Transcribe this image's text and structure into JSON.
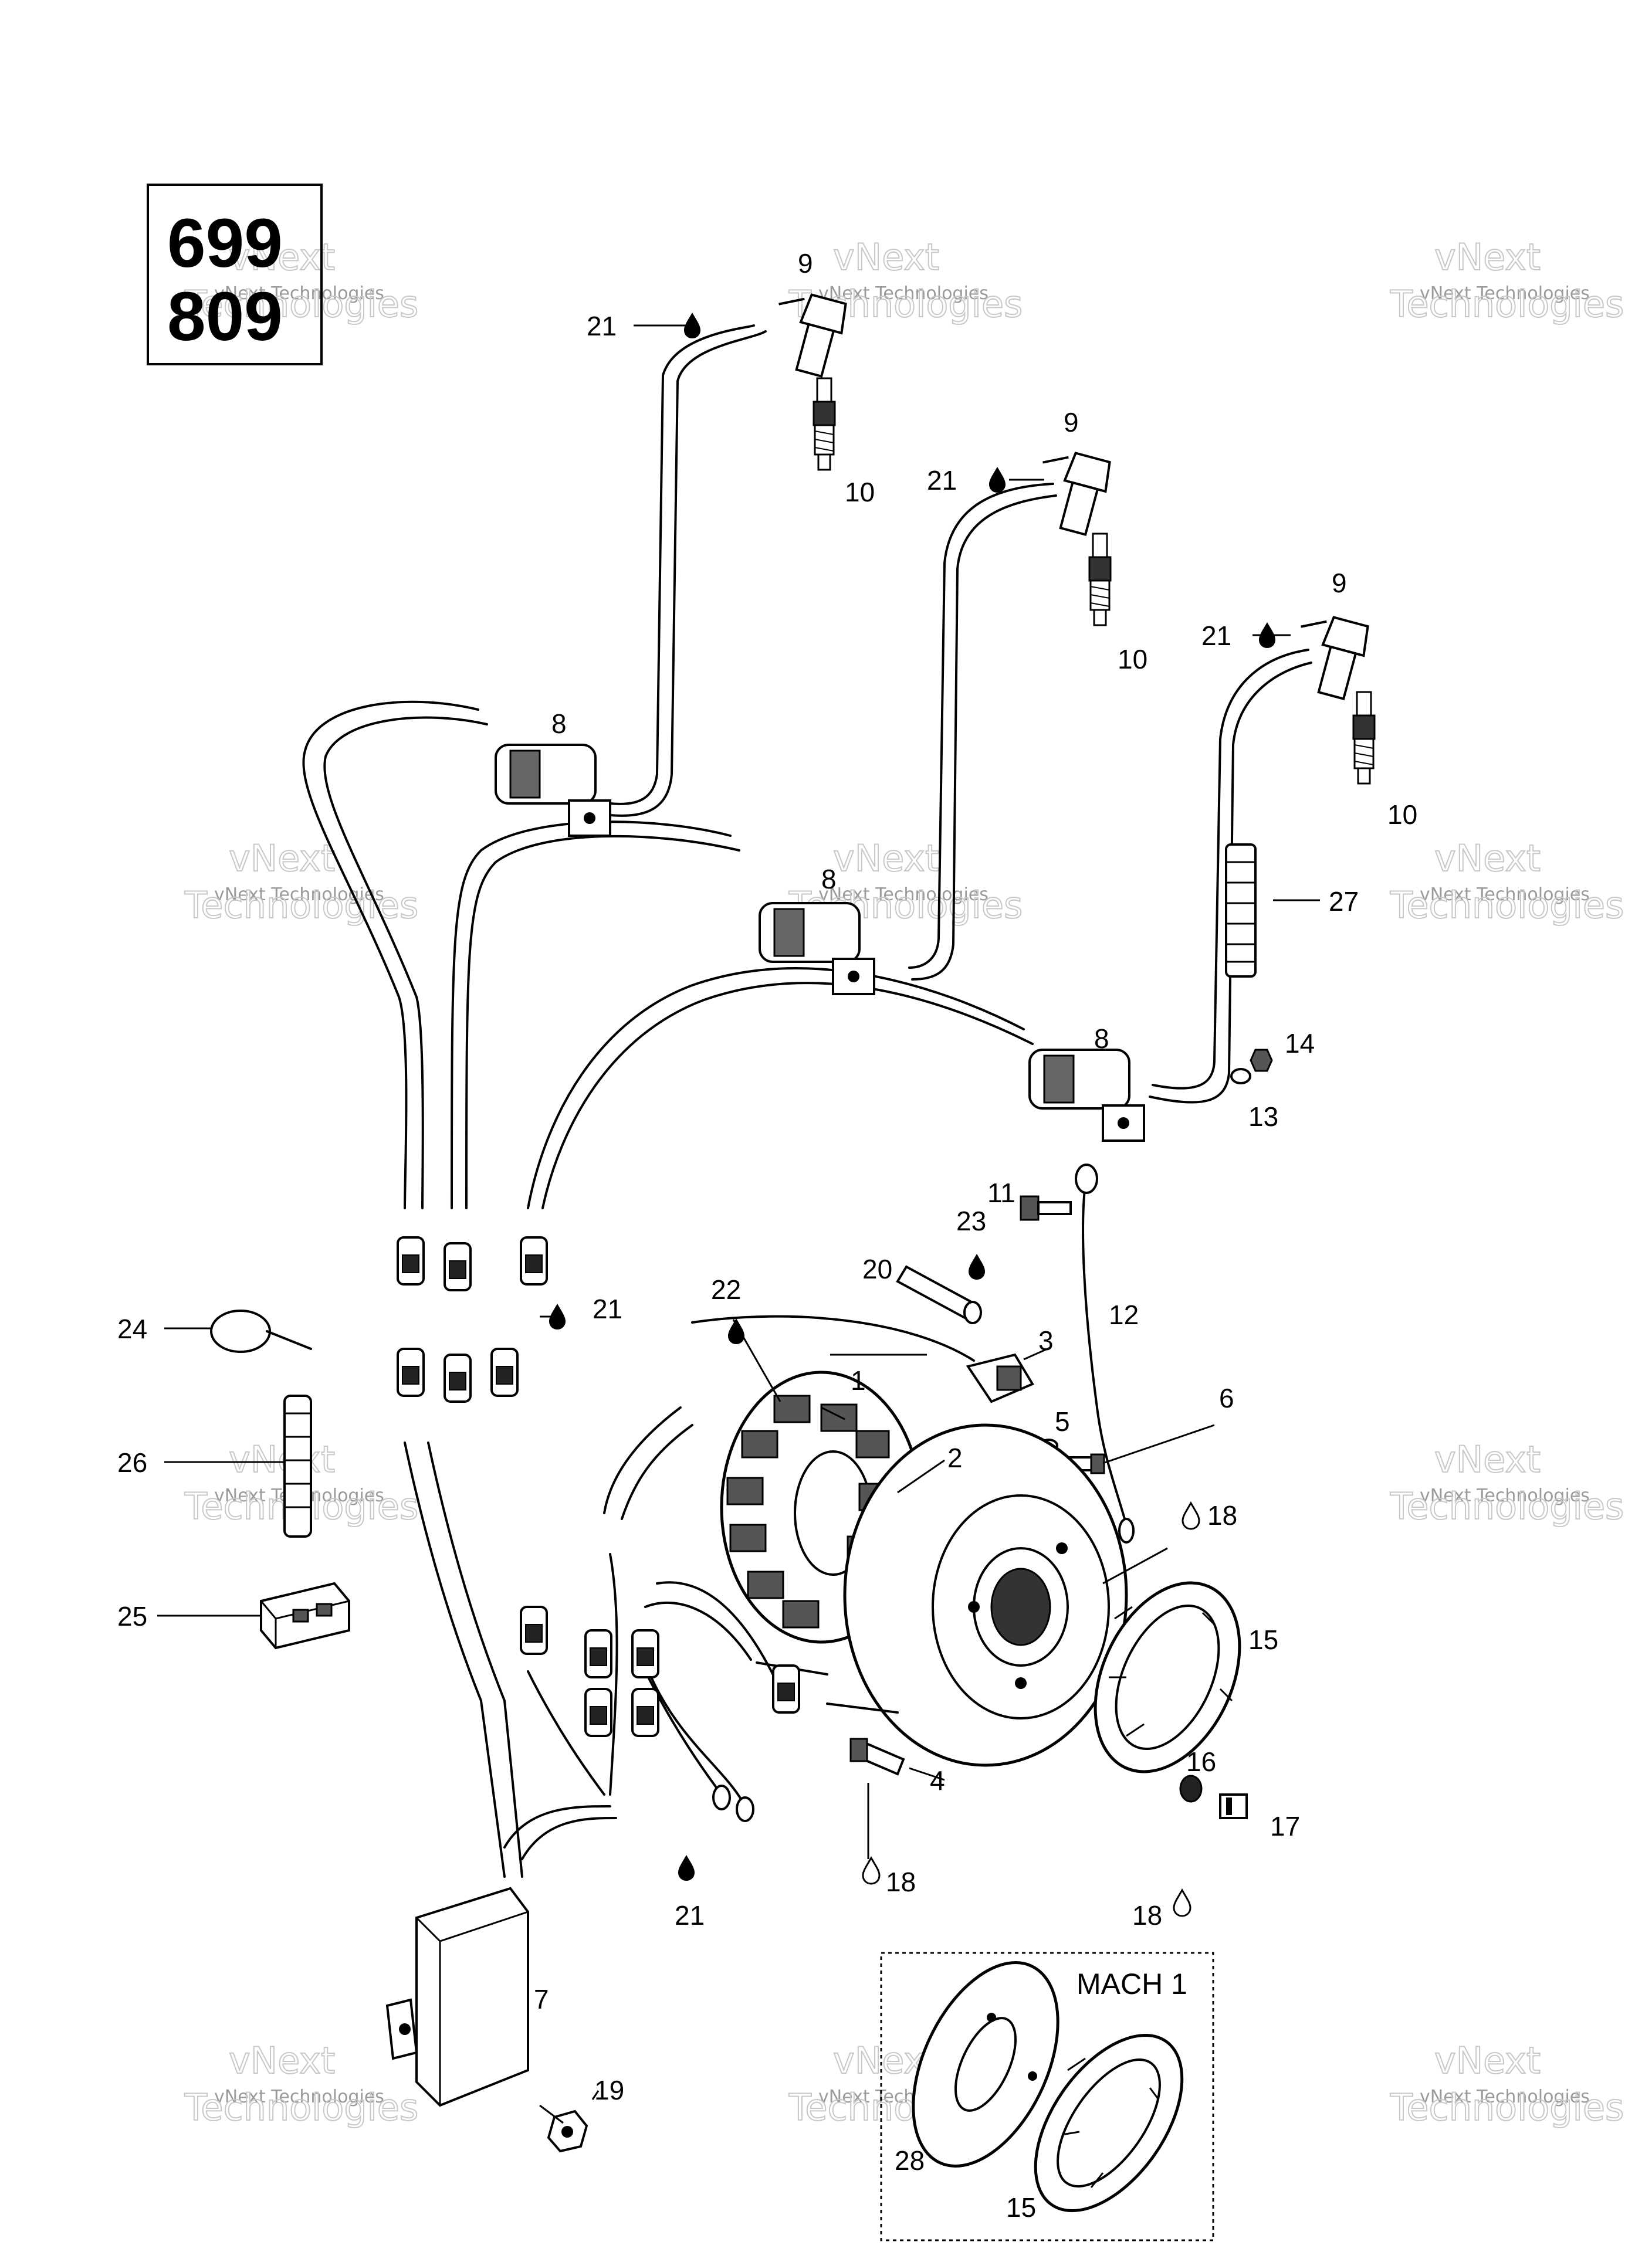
{
  "models": [
    "699",
    "809"
  ],
  "inset_title": "MACH 1",
  "watermark": {
    "line1": "vNext Technologies",
    "line2a": "vNext",
    "line2b": "Technologies"
  },
  "callouts": {
    "c1": "1",
    "c2": "2",
    "c3": "3",
    "c4": "4",
    "c5": "5",
    "c6": "6",
    "c7": "7",
    "c8a": "8",
    "c8b": "8",
    "c8c": "8",
    "c9a": "9",
    "c9b": "9",
    "c9c": "9",
    "c10a": "10",
    "c10b": "10",
    "c10c": "10",
    "c11": "11",
    "c12": "12",
    "c13": "13",
    "c14": "14",
    "c15": "15",
    "c15b": "15",
    "c16": "16",
    "c17": "17",
    "c18a": "18",
    "c18b": "18",
    "c18c": "18",
    "c19": "19",
    "c20": "20",
    "c21a": "21",
    "c21b": "21",
    "c21c": "21",
    "c21d": "21",
    "c21e": "21",
    "c22": "22",
    "c23": "23",
    "c24": "24",
    "c25": "25",
    "c26": "26",
    "c27": "27",
    "c28": "28"
  }
}
